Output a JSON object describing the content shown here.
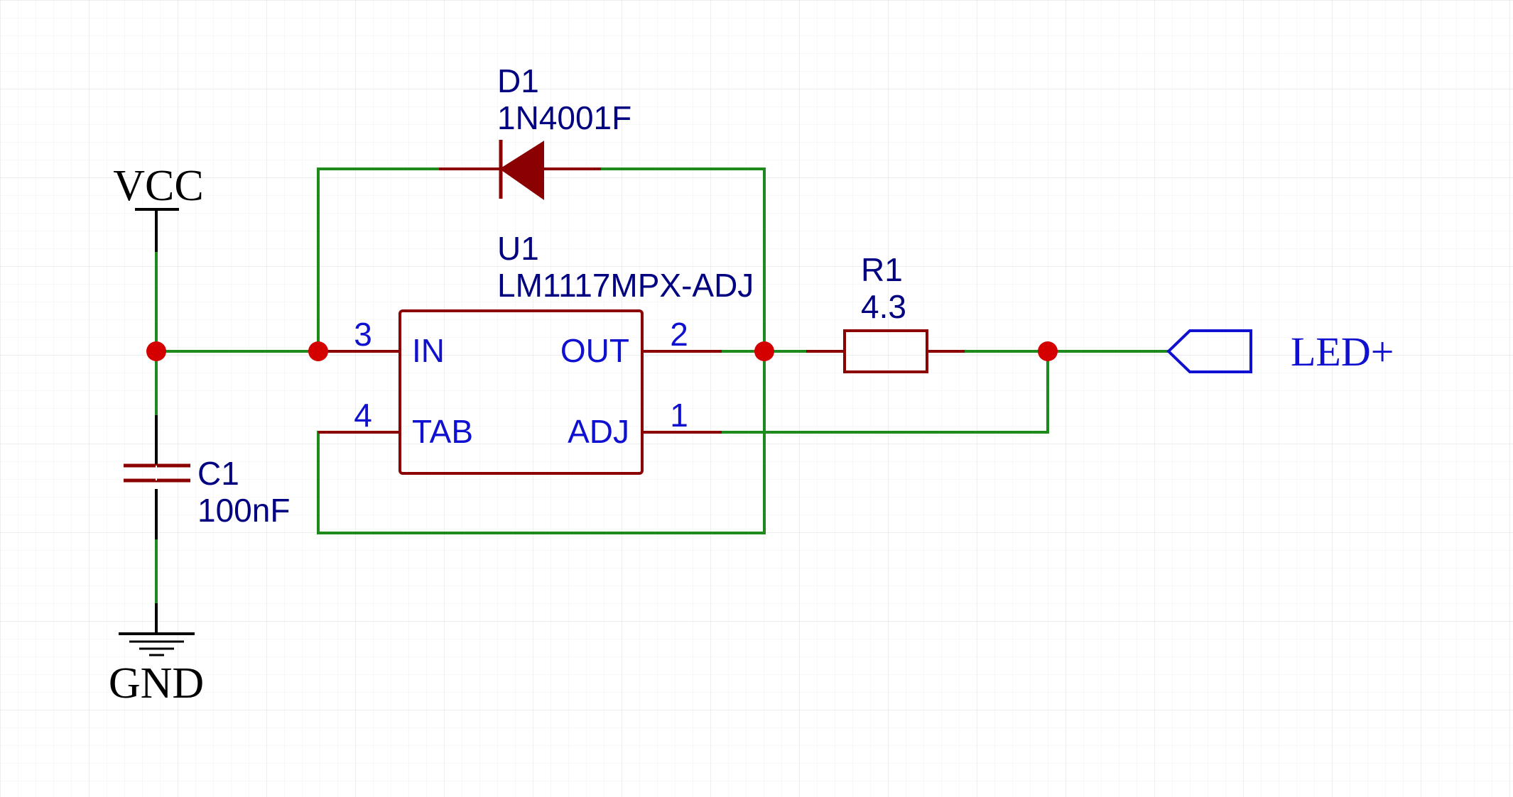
{
  "schematic": {
    "colors": {
      "background": "#ffffff",
      "grid_minor": "#f1f1f1",
      "grid_major": "#e2e2e2",
      "wire": "#1e8a1e",
      "component": "#8b0000",
      "junction": "#d40000",
      "label_blue": "#1010d0",
      "label_navy": "#000080",
      "power_black": "#000000"
    },
    "components": {
      "d1": {
        "designator": "D1",
        "value": "1N4001F"
      },
      "u1": {
        "designator": "U1",
        "value": "LM1117MPX-ADJ",
        "pins": {
          "in": {
            "name": "IN",
            "number": "3"
          },
          "out": {
            "name": "OUT",
            "number": "2"
          },
          "tab": {
            "name": "TAB",
            "number": "4"
          },
          "adj": {
            "name": "ADJ",
            "number": "1"
          }
        }
      },
      "r1": {
        "designator": "R1",
        "value": "4.3"
      },
      "c1": {
        "designator": "C1",
        "value": "100nF"
      }
    },
    "power": {
      "vcc": "VCC",
      "gnd": "GND"
    },
    "net_ports": {
      "led_plus": "LED+"
    }
  }
}
